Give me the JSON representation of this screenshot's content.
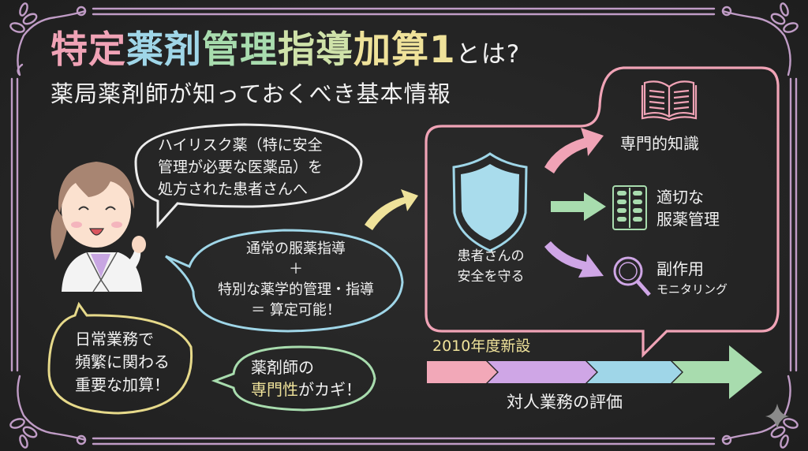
{
  "title": {
    "parts": [
      "特定",
      "薬剤",
      "管理",
      "指導",
      "加算1",
      "とは?"
    ],
    "subtitle": "薬局薬剤師が知っておくべき基本情報"
  },
  "colors": {
    "background": "#262626",
    "pink": "#f0a3b6",
    "blue": "#9fd6e8",
    "green": "#a8dcae",
    "yellow": "#efe29a",
    "purple": "#cfa6e6",
    "frame": "#c9a3cf"
  },
  "bubbles": {
    "high_risk": {
      "lines": [
        "ハイリスク薬（特に安全",
        "管理が必要な医薬品）を",
        "処方された患者さんへ"
      ]
    },
    "formula": {
      "lines": [
        "通常の服薬指導",
        "＋",
        "特別な薬学的管理・指導",
        "＝ 算定可能！"
      ]
    },
    "daily": {
      "lines": [
        "日常業務で",
        "頻繁に関わる",
        "重要な加算！"
      ]
    },
    "expertise": {
      "line1": "薬剤師の",
      "highlight": "専門性",
      "line2_rest": "がカギ！"
    }
  },
  "center_panel": {
    "shield_label": [
      "患者さんの",
      "安全を守る"
    ],
    "items": [
      {
        "icon": "book-icon",
        "label": [
          "専門的知識"
        ]
      },
      {
        "icon": "pill-pack-icon",
        "label": [
          "適切な",
          "服薬管理"
        ]
      },
      {
        "icon": "magnifier-icon",
        "label": [
          "副作用",
          "モニタリング"
        ]
      }
    ]
  },
  "timeline": {
    "year_label": "2010年度新設",
    "caption": "対人業務の評価",
    "segments": [
      "pink",
      "purple",
      "blue",
      "green"
    ]
  },
  "character": {
    "description": "pharmacist in white coat waving"
  }
}
